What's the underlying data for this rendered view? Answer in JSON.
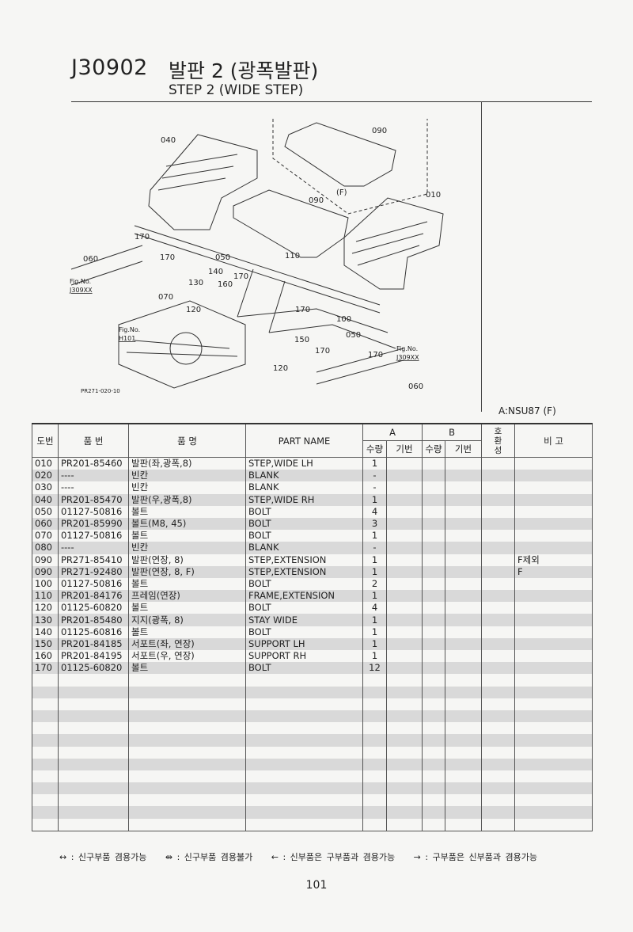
{
  "header": {
    "code": "J30902",
    "title_ko": "발판 2 (광폭발판)",
    "title_en": "STEP 2 (WIDE STEP)"
  },
  "diagram": {
    "callouts": [
      "040",
      "090",
      "(F)",
      "090",
      "010",
      "170",
      "060",
      "170",
      "050",
      "110",
      "140",
      "170",
      "130",
      "160",
      "070",
      "120",
      "170",
      "100",
      "150",
      "050",
      "170",
      "170",
      "120",
      "060"
    ],
    "fig_refs": [
      {
        "label": "Fig.No.",
        "ref": "J309XX"
      },
      {
        "label": "Fig.No.",
        "ref": "H101"
      },
      {
        "label": "Fig.No.",
        "ref": "J309XX"
      }
    ],
    "drawing_id": "PR271-020-10",
    "variant": "A:NSU87 (F)"
  },
  "table": {
    "headers": {
      "no": "도번",
      "part_no": "품    번",
      "name_ko": "품        명",
      "part_name": "PART NAME",
      "group_a": "A",
      "group_b": "B",
      "qty": "수량",
      "model": "기번",
      "compat": "호\n환\n성",
      "remarks": "비        고"
    },
    "rows": [
      {
        "no": "010",
        "part_no": "PR201-85460",
        "name_ko": "발판(좌,광폭,8)",
        "part_name": "STEP,WIDE LH",
        "qty_a": "1",
        "remarks": ""
      },
      {
        "no": "020",
        "part_no": "----",
        "name_ko": "빈칸",
        "part_name": "BLANK",
        "qty_a": "-",
        "remarks": ""
      },
      {
        "no": "030",
        "part_no": "----",
        "name_ko": "빈칸",
        "part_name": "BLANK",
        "qty_a": "-",
        "remarks": ""
      },
      {
        "no": "040",
        "part_no": "PR201-85470",
        "name_ko": "발판(우,광폭,8)",
        "part_name": "STEP,WIDE RH",
        "qty_a": "1",
        "remarks": ""
      },
      {
        "no": "050",
        "part_no": "01127-50816",
        "name_ko": "볼트",
        "part_name": "BOLT",
        "qty_a": "4",
        "remarks": ""
      },
      {
        "no": "060",
        "part_no": "PR201-85990",
        "name_ko": "볼트(M8, 45)",
        "part_name": "BOLT",
        "qty_a": "3",
        "remarks": ""
      },
      {
        "no": "070",
        "part_no": "01127-50816",
        "name_ko": "볼트",
        "part_name": "BOLT",
        "qty_a": "1",
        "remarks": ""
      },
      {
        "no": "080",
        "part_no": "----",
        "name_ko": "빈칸",
        "part_name": "BLANK",
        "qty_a": "-",
        "remarks": ""
      },
      {
        "no": "090",
        "part_no": "PR271-85410",
        "name_ko": "발판(연장, 8)",
        "part_name": "STEP,EXTENSION",
        "qty_a": "1",
        "remarks": "F제외"
      },
      {
        "no": "090",
        "part_no": "PR271-92480",
        "name_ko": "발판(연장, 8, F)",
        "part_name": "STEP,EXTENSION",
        "qty_a": "1",
        "remarks": "F"
      },
      {
        "no": "100",
        "part_no": "01127-50816",
        "name_ko": "볼트",
        "part_name": "BOLT",
        "qty_a": "2",
        "remarks": ""
      },
      {
        "no": "110",
        "part_no": "PR201-84176",
        "name_ko": "프레임(연장)",
        "part_name": "FRAME,EXTENSION",
        "qty_a": "1",
        "remarks": ""
      },
      {
        "no": "120",
        "part_no": "01125-60820",
        "name_ko": "볼트",
        "part_name": "BOLT",
        "qty_a": "4",
        "remarks": ""
      },
      {
        "no": "130",
        "part_no": "PR201-85480",
        "name_ko": "지지(광폭, 8)",
        "part_name": "STAY WIDE",
        "qty_a": "1",
        "remarks": ""
      },
      {
        "no": "140",
        "part_no": "01125-60816",
        "name_ko": "볼트",
        "part_name": "BOLT",
        "qty_a": "1",
        "remarks": ""
      },
      {
        "no": "150",
        "part_no": "PR201-84185",
        "name_ko": "서포트(좌, 연장)",
        "part_name": "SUPPORT LH",
        "qty_a": "1",
        "remarks": ""
      },
      {
        "no": "160",
        "part_no": "PR201-84195",
        "name_ko": "서포트(우, 연장)",
        "part_name": "SUPPORT RH",
        "qty_a": "1",
        "remarks": ""
      },
      {
        "no": "170",
        "part_no": "01125-60820",
        "name_ko": "볼트",
        "part_name": "BOLT",
        "qty_a": "12",
        "remarks": ""
      }
    ]
  },
  "legend": [
    "↔ : 신구부품 겸용가능",
    "⇹ : 신구부품 겸용불가",
    "← : 신부품은 구부품과 겸용가능",
    "→ : 구부품은 신부품과 겸용가능"
  ],
  "page_number": "101"
}
